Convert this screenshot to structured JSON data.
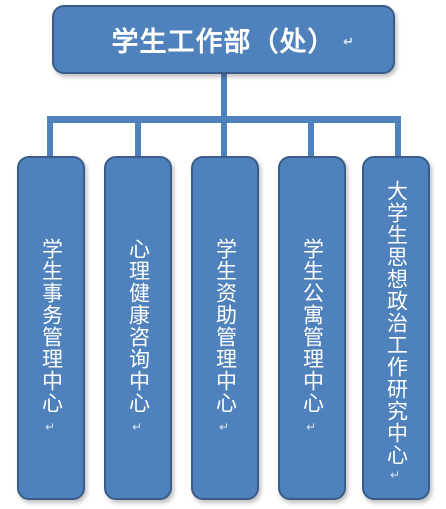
{
  "root": {
    "label": "学生工作部（处）"
  },
  "children": [
    {
      "label": "学生事务管理中心"
    },
    {
      "label": "心理健康咨询中心"
    },
    {
      "label": "学生资助管理中心"
    },
    {
      "label": "学生公寓管理中心"
    },
    {
      "label": "大学生思想政治工作研究中心"
    }
  ],
  "paragraph_mark": "↵",
  "colors": {
    "box_fill": "#4f81bd",
    "box_border": "#385d8a",
    "connector": "#4f81bd",
    "text": "#ffffff"
  }
}
